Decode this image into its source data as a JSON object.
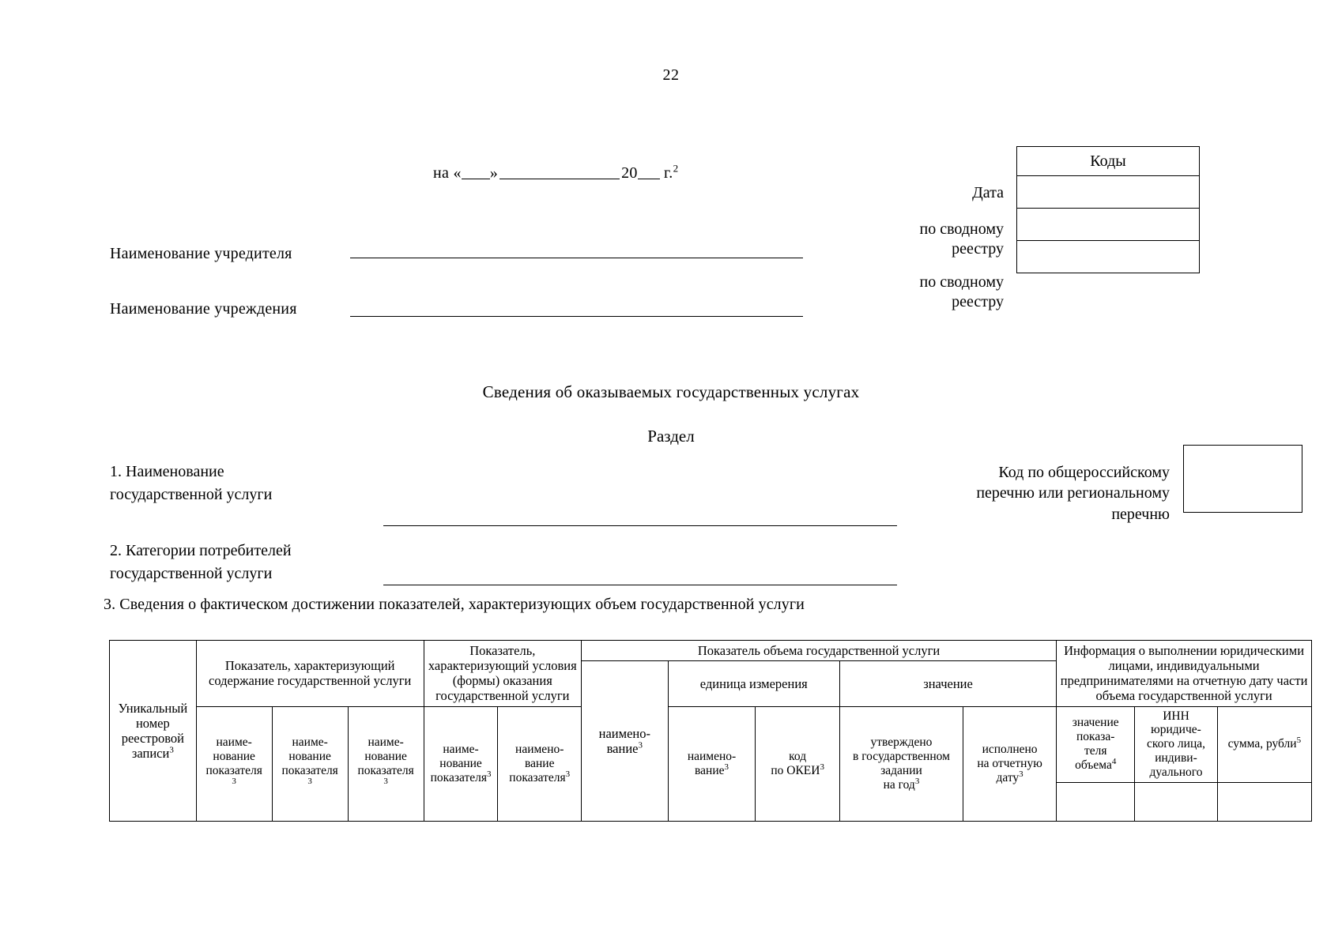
{
  "page": {
    "number": "22"
  },
  "header": {
    "date_line": {
      "prefix": "на «",
      "mid": "»",
      "year_prefix": "20",
      "suffix": "г.",
      "footnote": "2"
    },
    "founder_label": "Наименование учредителя",
    "institution_label": "Наименование учреждения"
  },
  "codes_box": {
    "title": "Коды",
    "rows": [
      {
        "label": "Дата",
        "value": ""
      },
      {
        "label": "по сводному\nреестру",
        "value": ""
      },
      {
        "label": "по сводному\nреестру",
        "value": ""
      }
    ],
    "label_date": "Дата",
    "label_registry_1_line1": "по сводному",
    "label_registry_1_line2": "реестру",
    "label_registry_2_line1": "по сводному",
    "label_registry_2_line2": "реестру"
  },
  "titles": {
    "document_title": "Сведения об оказываемых государственных услугах",
    "section_title": "Раздел"
  },
  "items": {
    "item1_line1": "1. Наименование",
    "item1_line2": "государственной услуги",
    "item2_line1": "2. Категории потребителей",
    "item2_line2": "государственной услуги",
    "item3_heading": "3. Сведения о фактическом достижении показателей, характеризующих объем государственной услуги"
  },
  "perechen": {
    "line1": "Код по общероссийскому",
    "line2": "перечню или региональному",
    "line3": "перечню",
    "value": ""
  },
  "table": {
    "h_unique_number": "Уникальный номер реестровой записи",
    "h_unique_number_fn": "3",
    "h_content": "Показатель, характеризующий содержание государственной услуги",
    "h_condition": "Показатель, характеризующий условия (формы) оказания государственной услуги",
    "h_volume": "Показатель объема государственной услуги",
    "h_info": "Информация о выполнении юридическими лицами, индивидуальными предпринимателями на отчетную дату части объема государственной услуги",
    "h_name": "наимено-вание",
    "h_name_fn": "3",
    "h_unit": "единица измерения",
    "h_value": "значение",
    "h_unit_name_l1": "наимено-",
    "h_unit_name_l2": "вание",
    "h_unit_name_fn": "3",
    "h_okei_l1": "код",
    "h_okei_l2": "по ОКЕИ",
    "h_okei_fn": "3",
    "h_approved_l1": "утверждено",
    "h_approved_l2": "в государственном",
    "h_approved_l3": "задании",
    "h_approved_l4": "на год",
    "h_approved_fn": "3",
    "h_executed_l1": "исполнено",
    "h_executed_l2": "на отчетную",
    "h_executed_l3": "дату",
    "h_executed_fn": "3",
    "h_indicator_1_l1": "наиме-",
    "h_indicator_1_l2": "нование",
    "h_indicator_1_l3": "показателя",
    "h_indicator_1_fn": "3",
    "h_indicator_2_l1": "наиме-",
    "h_indicator_2_l2": "нование",
    "h_indicator_2_l3": "показателя",
    "h_indicator_2_fn": "3",
    "h_indicator_3_l1": "наиме-",
    "h_indicator_3_l2": "нование",
    "h_indicator_3_l3": "показателя",
    "h_indicator_3_fn": "3",
    "h_indicator_4_l1": "наиме-",
    "h_indicator_4_l2": "нование",
    "h_indicator_4_l3": "показателя",
    "h_indicator_4_fn": "3",
    "h_indicator_5_l1": "наимено-",
    "h_indicator_5_l2": "вание",
    "h_indicator_5_l3": "показателя",
    "h_indicator_5_fn": "3",
    "h_vol_value_l1": "значение",
    "h_vol_value_l2": "показа-",
    "h_vol_value_l3": "теля",
    "h_vol_value_l4": "объема",
    "h_vol_value_fn": "4",
    "h_inn_l1": "ИНН",
    "h_inn_l2": "юридиче-",
    "h_inn_l3": "ского лица,",
    "h_inn_l4": "индиви-",
    "h_inn_l5": "дуального",
    "h_sum": "сумма, рубли",
    "h_sum_fn": "5"
  }
}
